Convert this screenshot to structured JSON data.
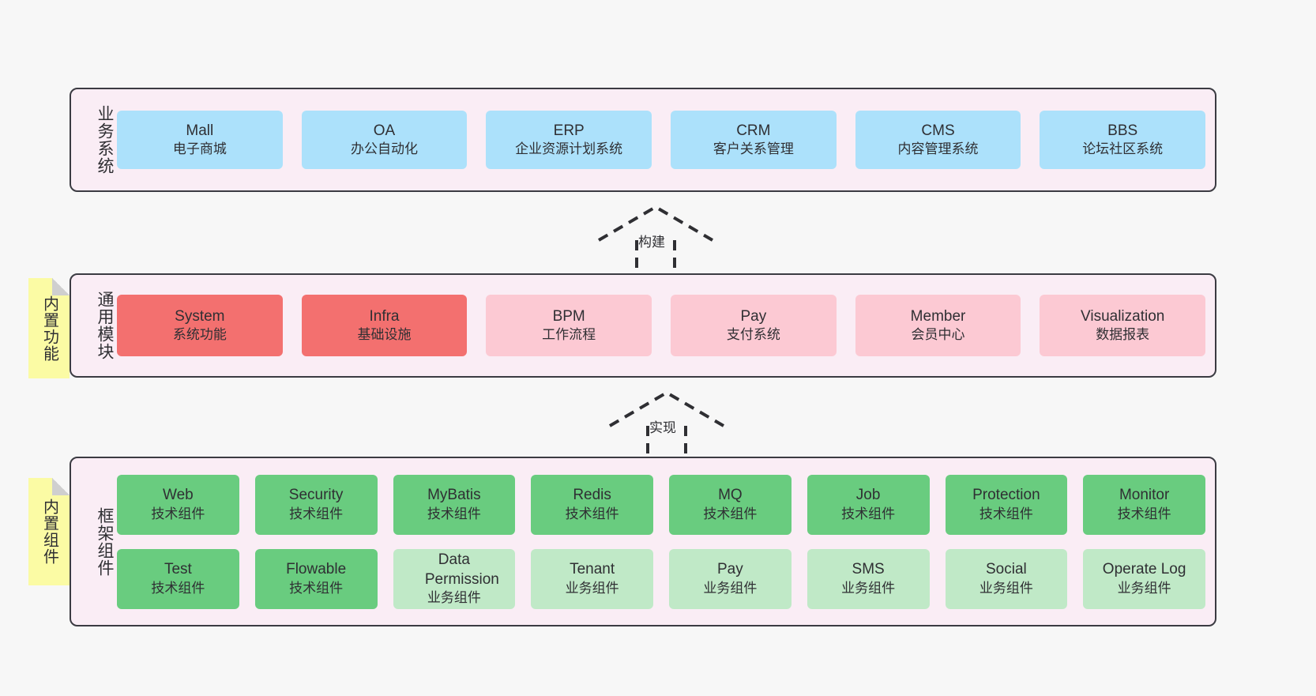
{
  "diagram": {
    "background_color": "#f7f7f7",
    "layer_fill": "#faedf5",
    "layer_border": "#3b3b42",
    "note_color": "#fbfba4",
    "colors": {
      "blue": "#ace1fb",
      "red": "#f3706f",
      "pink": "#fcc9d3",
      "green": "#69cc7f",
      "light_green": "#c0e9c7"
    }
  },
  "layers": [
    {
      "id": "business-system",
      "title": "业务系统",
      "rows": [
        [
          {
            "en": "Mall",
            "cn": "电子商城",
            "color": "blue"
          },
          {
            "en": "OA",
            "cn": "办公自动化",
            "color": "blue"
          },
          {
            "en": "ERP",
            "cn": "企业资源计划系统",
            "color": "blue"
          },
          {
            "en": "CRM",
            "cn": "客户关系管理",
            "color": "blue"
          },
          {
            "en": "CMS",
            "cn": "内容管理系统",
            "color": "blue"
          },
          {
            "en": "BBS",
            "cn": "论坛社区系统",
            "color": "blue"
          }
        ]
      ]
    },
    {
      "id": "common-module",
      "title": "通用模块",
      "note": "内置功能",
      "rows": [
        [
          {
            "en": "System",
            "cn": "系统功能",
            "color": "red"
          },
          {
            "en": "Infra",
            "cn": "基础设施",
            "color": "red"
          },
          {
            "en": "BPM",
            "cn": "工作流程",
            "color": "pink"
          },
          {
            "en": "Pay",
            "cn": "支付系统",
            "color": "pink"
          },
          {
            "en": "Member",
            "cn": "会员中心",
            "color": "pink"
          },
          {
            "en": "Visualization",
            "cn": "数据报表",
            "color": "pink"
          }
        ]
      ]
    },
    {
      "id": "framework-component",
      "title": "框架组件",
      "note": "内置组件",
      "rows": [
        [
          {
            "en": "Web",
            "cn": "技术组件",
            "color": "green"
          },
          {
            "en": "Security",
            "cn": "技术组件",
            "color": "green"
          },
          {
            "en": "MyBatis",
            "cn": "技术组件",
            "color": "green"
          },
          {
            "en": "Redis",
            "cn": "技术组件",
            "color": "green"
          },
          {
            "en": "MQ",
            "cn": "技术组件",
            "color": "green"
          },
          {
            "en": "Job",
            "cn": "技术组件",
            "color": "green"
          },
          {
            "en": "Protection",
            "cn": "技术组件",
            "color": "green"
          },
          {
            "en": "Monitor",
            "cn": "技术组件",
            "color": "green"
          }
        ],
        [
          {
            "en": "Test",
            "cn": "技术组件",
            "color": "green"
          },
          {
            "en": "Flowable",
            "cn": "技术组件",
            "color": "green"
          },
          {
            "en": "Data Permission",
            "cn": "业务组件",
            "color": "light_green"
          },
          {
            "en": "Tenant",
            "cn": "业务组件",
            "color": "light_green"
          },
          {
            "en": "Pay",
            "cn": "业务组件",
            "color": "light_green"
          },
          {
            "en": "SMS",
            "cn": "业务组件",
            "color": "light_green"
          },
          {
            "en": "Social",
            "cn": "业务组件",
            "color": "light_green"
          },
          {
            "en": "Operate Log",
            "cn": "业务组件",
            "color": "light_green"
          }
        ]
      ]
    }
  ],
  "connectors": [
    {
      "id": "build",
      "label": "构建",
      "from": "common-module",
      "to": "business-system",
      "style": "dashed-generalization"
    },
    {
      "id": "implement",
      "label": "实现",
      "from": "framework-component",
      "to": "common-module",
      "style": "dashed-generalization"
    }
  ]
}
